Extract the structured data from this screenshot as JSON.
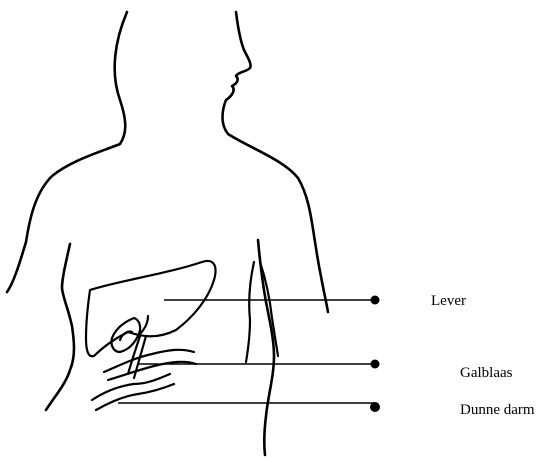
{
  "labels": {
    "liver": "Lever",
    "gallbladder": "Galblaas",
    "small_intestine": "Dunne darm"
  }
}
